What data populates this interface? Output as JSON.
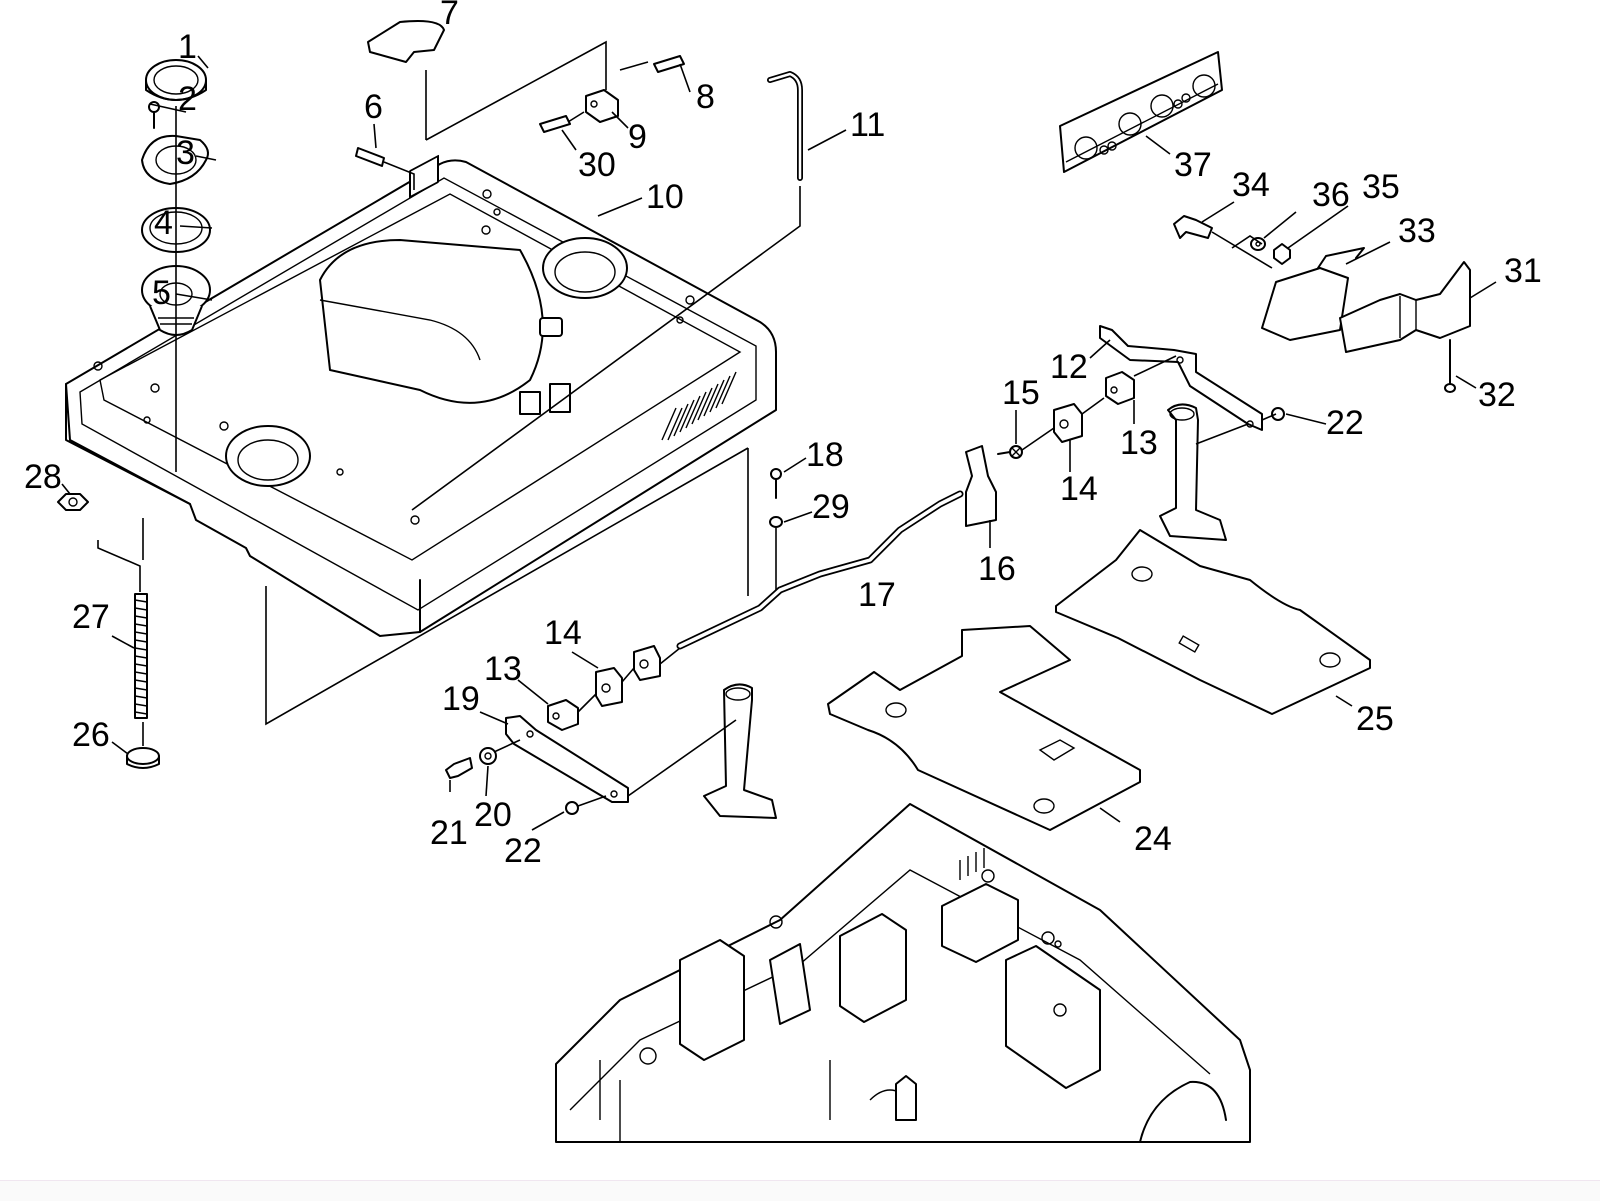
{
  "diagram": {
    "type": "exploded-parts-diagram",
    "style": "black line art on white",
    "callouts": [
      {
        "id": "c1",
        "label": "1",
        "part": "grommet-ring"
      },
      {
        "id": "c2",
        "label": "2",
        "part": "screw"
      },
      {
        "id": "c3",
        "label": "3",
        "part": "flange-plate"
      },
      {
        "id": "c4",
        "label": "4",
        "part": "seal-ring"
      },
      {
        "id": "c5",
        "label": "5",
        "part": "funnel-collar"
      },
      {
        "id": "c6",
        "label": "6",
        "part": "pin"
      },
      {
        "id": "c7",
        "label": "7",
        "part": "latch-block"
      },
      {
        "id": "c8",
        "label": "8",
        "part": "pin"
      },
      {
        "id": "c9",
        "label": "9",
        "part": "block"
      },
      {
        "id": "c10",
        "label": "10",
        "part": "top-housing"
      },
      {
        "id": "c11",
        "label": "11",
        "part": "hex-key"
      },
      {
        "id": "c12",
        "label": "12",
        "part": "bracket-right"
      },
      {
        "id": "c13a",
        "label": "13",
        "part": "bushing-right"
      },
      {
        "id": "c14a",
        "label": "14",
        "part": "clip-right"
      },
      {
        "id": "c15",
        "label": "15",
        "part": "screw"
      },
      {
        "id": "c16",
        "label": "16",
        "part": "tab-plate"
      },
      {
        "id": "c17",
        "label": "17",
        "part": "shaft-rod"
      },
      {
        "id": "c18",
        "label": "18",
        "part": "screw"
      },
      {
        "id": "c29",
        "label": "29",
        "part": "washer"
      },
      {
        "id": "c22a",
        "label": "22",
        "part": "o-ring-right"
      },
      {
        "id": "c12b",
        "label": "25",
        "part": "base-plate-right"
      },
      {
        "id": "c14b",
        "label": "14",
        "part": "clip-left"
      },
      {
        "id": "c13b",
        "label": "13",
        "part": "bushing-left"
      },
      {
        "id": "c19",
        "label": "19",
        "part": "bracket-left"
      },
      {
        "id": "c20",
        "label": "20",
        "part": "washer"
      },
      {
        "id": "c21",
        "label": "21",
        "part": "bolt"
      },
      {
        "id": "c22b",
        "label": "22",
        "part": "o-ring-left"
      },
      {
        "id": "c24",
        "label": "24",
        "part": "base-plate-left"
      },
      {
        "id": "c26",
        "label": "26",
        "part": "foot-cap"
      },
      {
        "id": "c27",
        "label": "27",
        "part": "threaded-rod"
      },
      {
        "id": "c28",
        "label": "28",
        "part": "nut"
      },
      {
        "id": "c30",
        "label": "30",
        "part": "pin"
      },
      {
        "id": "c31",
        "label": "31",
        "part": "cover-bracket"
      },
      {
        "id": "c32",
        "label": "32",
        "part": "screw"
      },
      {
        "id": "c33",
        "label": "33",
        "part": "switch-cover"
      },
      {
        "id": "c34",
        "label": "34",
        "part": "bolt"
      },
      {
        "id": "c35",
        "label": "35",
        "part": "nut"
      },
      {
        "id": "c36",
        "label": "36",
        "part": "washer"
      },
      {
        "id": "c37",
        "label": "37",
        "part": "control-panel-decal"
      }
    ]
  }
}
